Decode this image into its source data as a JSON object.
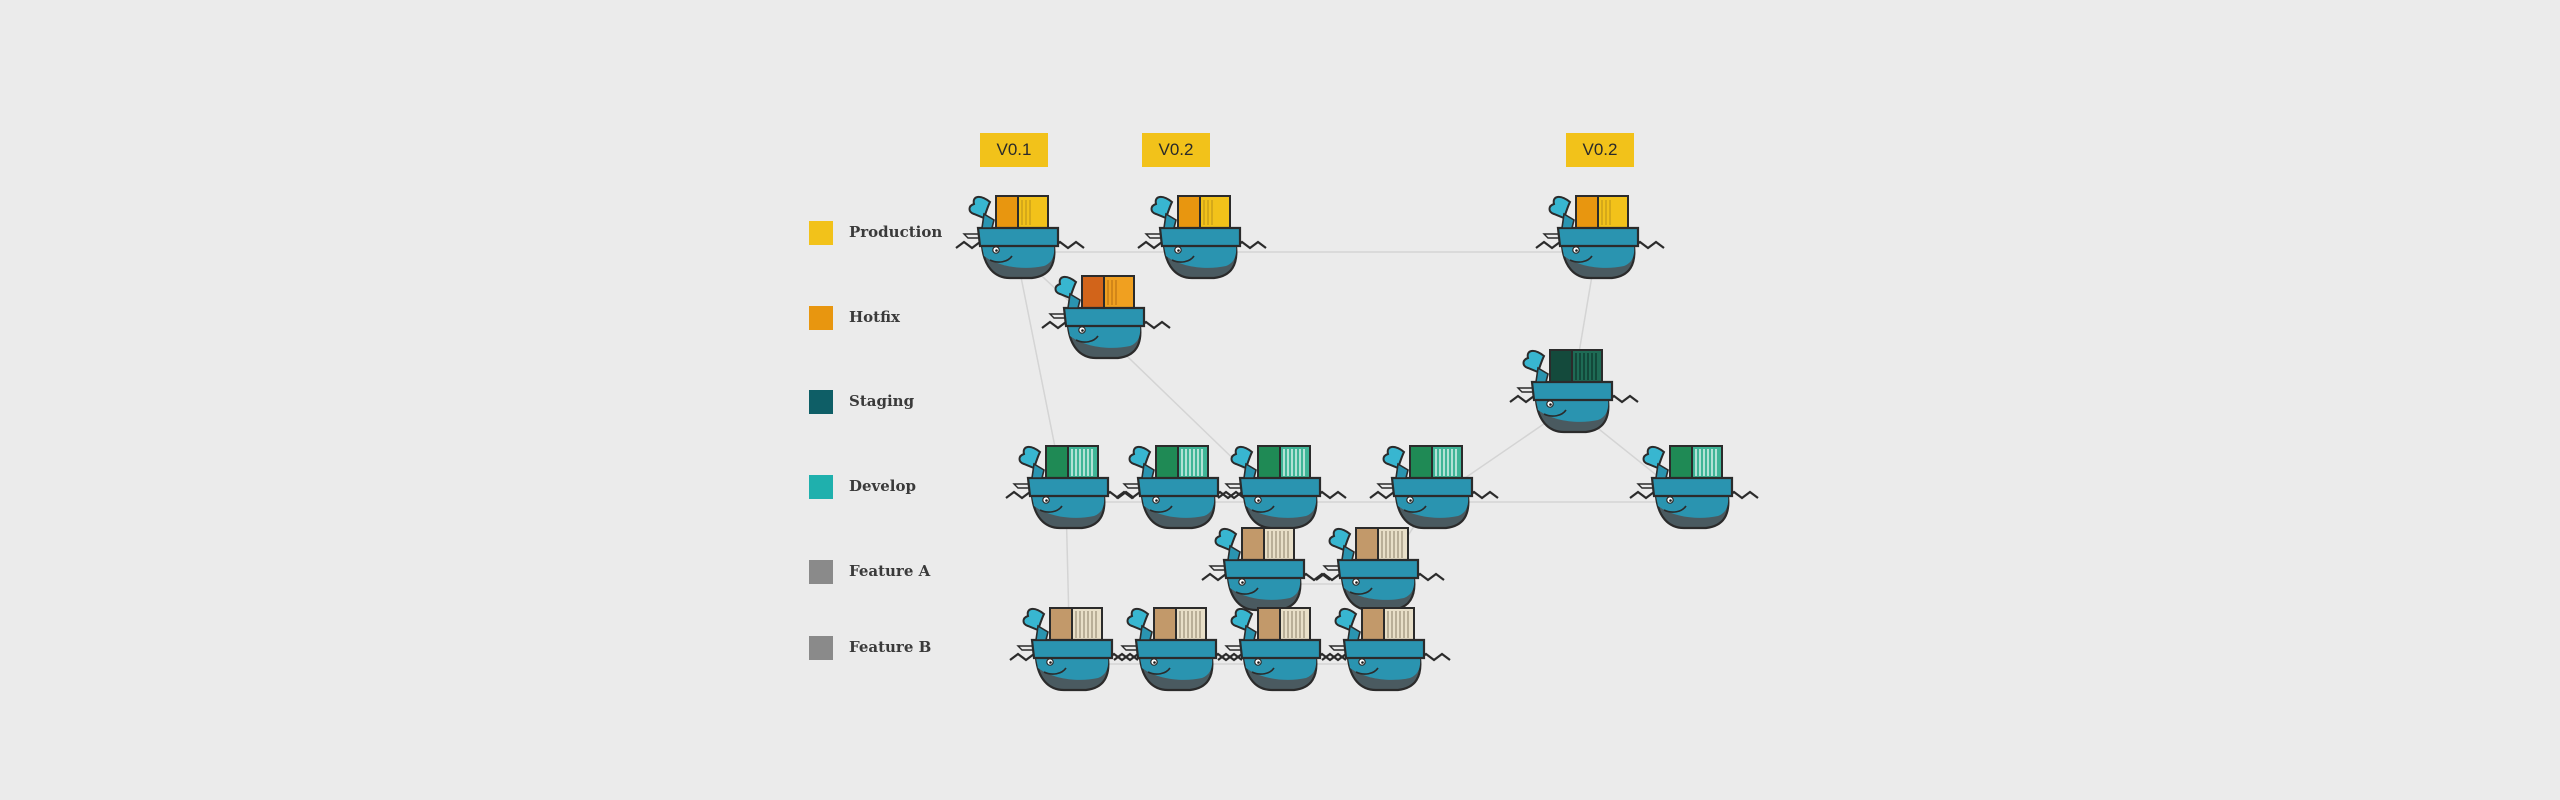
{
  "legend": [
    {
      "label": "Production",
      "color": "#f2c21a"
    },
    {
      "label": "Hotfix",
      "color": "#e8960f"
    },
    {
      "label": "Staging",
      "color": "#0e5e66"
    },
    {
      "label": "Develop",
      "color": "#1fb0ad"
    },
    {
      "label": "Feature A",
      "color": "#8a8a8a"
    },
    {
      "label": "Feature B",
      "color": "#8a8a8a"
    }
  ],
  "tags": [
    "V0.1",
    "V0.2",
    "V0.2"
  ],
  "colors": {
    "tag": "#f2c21a",
    "whale_body": "#2a94b0",
    "whale_belly": "#4a5a60",
    "whale_outline": "#2b2b2b",
    "connector": "#d4d4d4"
  },
  "nodes": [
    {
      "id": "prod1",
      "lane": "Production",
      "container": "production"
    },
    {
      "id": "prod2",
      "lane": "Production",
      "container": "production"
    },
    {
      "id": "prod3",
      "lane": "Production",
      "container": "production"
    },
    {
      "id": "hotfix1",
      "lane": "Hotfix",
      "container": "hotfix"
    },
    {
      "id": "staging1",
      "lane": "Staging",
      "container": "staging"
    },
    {
      "id": "dev1",
      "lane": "Develop",
      "container": "develop"
    },
    {
      "id": "dev2",
      "lane": "Develop",
      "container": "develop"
    },
    {
      "id": "dev3",
      "lane": "Develop",
      "container": "develop"
    },
    {
      "id": "dev4",
      "lane": "Develop",
      "container": "develop"
    },
    {
      "id": "dev5",
      "lane": "Develop",
      "container": "develop"
    },
    {
      "id": "featA1",
      "lane": "Feature A",
      "container": "feature"
    },
    {
      "id": "featA2",
      "lane": "Feature A",
      "container": "feature"
    },
    {
      "id": "featB1",
      "lane": "Feature B",
      "container": "feature"
    },
    {
      "id": "featB2",
      "lane": "Feature B",
      "container": "feature"
    },
    {
      "id": "featB3",
      "lane": "Feature B",
      "container": "feature"
    },
    {
      "id": "featB4",
      "lane": "Feature B",
      "container": "feature"
    }
  ],
  "edges": [
    [
      "prod1",
      "prod2"
    ],
    [
      "prod2",
      "prod3"
    ],
    [
      "prod1",
      "hotfix1"
    ],
    [
      "prod1",
      "dev1"
    ],
    [
      "hotfix1",
      "dev3"
    ],
    [
      "dev1",
      "dev2"
    ],
    [
      "dev2",
      "dev3"
    ],
    [
      "dev3",
      "dev4"
    ],
    [
      "dev4",
      "dev5"
    ],
    [
      "dev4",
      "staging1"
    ],
    [
      "staging1",
      "prod3"
    ],
    [
      "staging1",
      "dev5"
    ],
    [
      "dev3",
      "featA1"
    ],
    [
      "featA1",
      "featA2"
    ],
    [
      "featA2",
      "dev4"
    ],
    [
      "dev1",
      "featB1"
    ],
    [
      "featB1",
      "featB2"
    ],
    [
      "featB2",
      "featB3"
    ],
    [
      "featB3",
      "featB4"
    ]
  ]
}
